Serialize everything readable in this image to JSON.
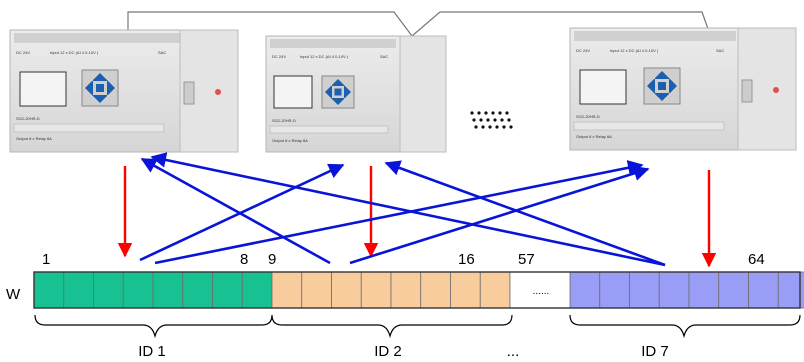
{
  "plcs": [
    {
      "model": "SG2-20HR-D",
      "power": "DC 24V",
      "input": "Input 12 x DC (AI 4 0-10V )",
      "output": "Output 8 x Relay 8A",
      "brand": "SAC"
    },
    {
      "model": "SG2-20HR-D",
      "power": "DC 24V",
      "input": "Input 12 x DC (AI 4 0-10V )",
      "output": "Output 8 x Relay 8A",
      "brand": "SAC"
    },
    {
      "model": "SG2-20HR-D",
      "power": "DC 24V",
      "input": "Input 12 x DC (AI 4 0-10V )",
      "output": "Output 8 x Relay 8A",
      "brand": "SAC"
    }
  ],
  "register": {
    "label": "W",
    "gap_text": "......",
    "index_labels": [
      "1",
      "8",
      "9",
      "16",
      "57",
      "64"
    ],
    "groups": [
      {
        "id": "ID 1",
        "cells": 8,
        "color": "#17c191"
      },
      {
        "id": "ID 2",
        "cells": 8,
        "color": "#f9cc9d"
      },
      {
        "id": "ID 7",
        "cells": 8,
        "color": "#9a9df5"
      }
    ],
    "ellipsis_between_ids": "..."
  },
  "colors": {
    "write_arrow": "#ff0000",
    "read_arrow": "#0a14d8",
    "cable": "#777777"
  }
}
